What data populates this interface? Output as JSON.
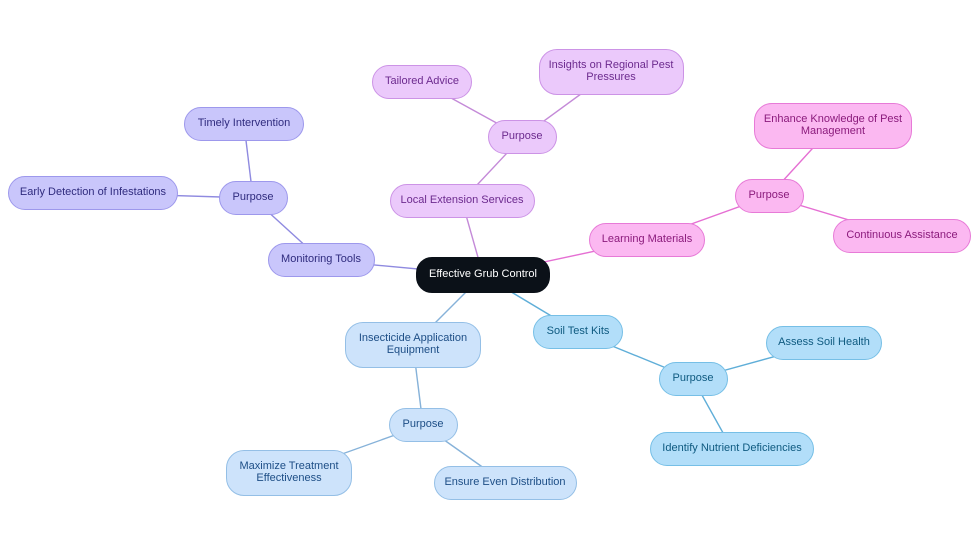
{
  "diagram": {
    "type": "mindmap",
    "root": {
      "id": "root",
      "label": "Effective Grub Control"
    },
    "nodes": [
      {
        "id": "monitoring",
        "label": "Monitoring Tools",
        "parent": "root",
        "group": "violet"
      },
      {
        "id": "monitoring_purpose",
        "label": "Purpose",
        "parent": "monitoring",
        "group": "violet"
      },
      {
        "id": "timely",
        "label": "Timely Intervention",
        "parent": "monitoring_purpose",
        "group": "violet"
      },
      {
        "id": "early",
        "label": "Early Detection of Infestations",
        "parent": "monitoring_purpose",
        "group": "violet"
      },
      {
        "id": "extension",
        "label": "Local Extension Services",
        "parent": "root",
        "group": "lilac"
      },
      {
        "id": "extension_purpose",
        "label": "Purpose",
        "parent": "extension",
        "group": "lilac"
      },
      {
        "id": "tailored",
        "label": "Tailored Advice",
        "parent": "extension_purpose",
        "group": "lilac"
      },
      {
        "id": "insights",
        "label": "Insights on Regional Pest Pressures",
        "parent": "extension_purpose",
        "group": "lilac"
      },
      {
        "id": "learning",
        "label": "Learning Materials",
        "parent": "root",
        "group": "pink"
      },
      {
        "id": "learning_purpose",
        "label": "Purpose",
        "parent": "learning",
        "group": "pink"
      },
      {
        "id": "enhance",
        "label": "Enhance Knowledge of Pest Management",
        "parent": "learning_purpose",
        "group": "pink"
      },
      {
        "id": "continuous",
        "label": "Continuous Assistance",
        "parent": "learning_purpose",
        "group": "pink"
      },
      {
        "id": "insecticide",
        "label": "Insecticide Application Equipment",
        "parent": "root",
        "group": "lightblue"
      },
      {
        "id": "insecticide_purpose",
        "label": "Purpose",
        "parent": "insecticide",
        "group": "lightblue"
      },
      {
        "id": "maximize",
        "label": "Maximize Treatment Effectiveness",
        "parent": "insecticide_purpose",
        "group": "lightblue"
      },
      {
        "id": "even",
        "label": "Ensure Even Distribution",
        "parent": "insecticide_purpose",
        "group": "lightblue"
      },
      {
        "id": "soil",
        "label": "Soil Test Kits",
        "parent": "root",
        "group": "skyblue"
      },
      {
        "id": "soil_purpose",
        "label": "Purpose",
        "parent": "soil",
        "group": "skyblue"
      },
      {
        "id": "assess",
        "label": "Assess Soil Health",
        "parent": "soil_purpose",
        "group": "skyblue"
      },
      {
        "id": "nutrient",
        "label": "Identify Nutrient Deficiencies",
        "parent": "soil_purpose",
        "group": "skyblue"
      }
    ],
    "colors": {
      "root": "#0b1118",
      "violet": "#c9c6fb",
      "lilac": "#ebc9fb",
      "pink": "#fbb8f1",
      "lightblue": "#cde3fb",
      "skyblue": "#b2def9",
      "edge_violet": "#8f8ae0",
      "edge_lilac": "#c48ad8",
      "edge_pink": "#e56fd3",
      "edge_lightblue": "#86b2d9",
      "edge_skyblue": "#5faed8"
    }
  }
}
